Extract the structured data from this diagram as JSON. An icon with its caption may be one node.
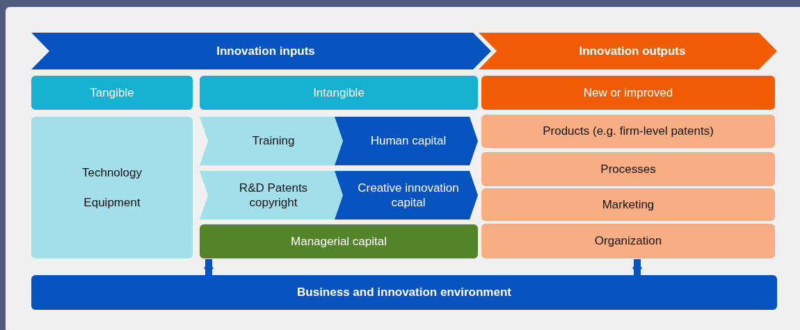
{
  "diagram": {
    "nodes": [
      {
        "text": [
          "Innovation inputs"
        ]
      },
      {
        "text": [
          "Innovation outputs"
        ]
      },
      {
        "text": [
          "Tangible"
        ]
      },
      {
        "text": [
          "Intangible"
        ]
      },
      {
        "text": [
          "New or improved"
        ]
      },
      {
        "text": [
          "Technology",
          "Equipment"
        ]
      },
      {
        "text": [
          "Training"
        ]
      },
      {
        "text": [
          "Human capital"
        ]
      },
      {
        "text": [
          "Products (e.g. firm-level patents)"
        ]
      },
      {
        "text": [
          "R&D Patents copyright"
        ]
      },
      {
        "text": [
          "Creative innovation capital"
        ]
      },
      {
        "text": [
          "Processes"
        ]
      },
      {
        "text": [
          "Marketing"
        ]
      },
      {
        "text": [
          "Managerial capital"
        ]
      },
      {
        "text": [
          "Organization"
        ]
      },
      {
        "text": [
          "Business and innovation environment"
        ]
      }
    ],
    "edges": [
      {
        "from": 15,
        "to": 13,
        "arrow": "to"
      },
      {
        "from": 15,
        "to": 14,
        "arrow": "to"
      }
    ]
  }
}
